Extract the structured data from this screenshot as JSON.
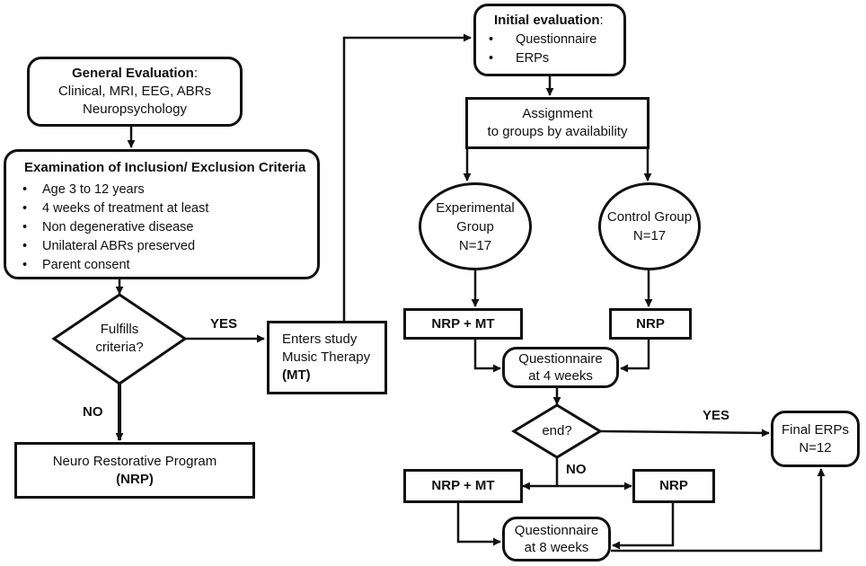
{
  "general_eval": {
    "title": "General Evaluation",
    "suffix": ":",
    "line1": "Clinical, MRI, EEG, ABRs",
    "line2": "Neuropsychology"
  },
  "exam": {
    "title": "Examination of Inclusion/ Exclusion Criteria",
    "items": [
      "Age 3 to 12 years",
      "4 weeks of treatment at least",
      " Non degenerative disease",
      "Unilateral ABRs preserved",
      "Parent consent"
    ]
  },
  "fulfills": {
    "line1": "Fulfills",
    "line2": "criteria?"
  },
  "labels": {
    "yes1": "YES",
    "no1": "NO",
    "yes2": "YES",
    "no2": "NO"
  },
  "nrp_main": {
    "line1": "Neuro Restorative Program",
    "line2": "(NRP)"
  },
  "enters": {
    "line1": "Enters study",
    "line2": "Music Therapy",
    "line3": "(MT)"
  },
  "initial": {
    "title": "Initial evaluation",
    "suffix": ":",
    "items": [
      "Questionnaire",
      "ERPs"
    ]
  },
  "assignment": {
    "line1": "Assignment",
    "line2": "to groups by availability"
  },
  "experimental": {
    "line1": "Experimental",
    "line2": "Group",
    "line3": "N=17"
  },
  "control": {
    "line1": "Control Group",
    "line2": "N=17"
  },
  "nrp_mt_1": "NRP +  MT",
  "nrp_1": "NRP",
  "q4": {
    "line1": "Questionnaire",
    "line2": "at 4 weeks"
  },
  "end_q": "end?",
  "final": {
    "line1": "Final ERPs",
    "line2": "N=12"
  },
  "nrp_mt_2": "NRP +  MT",
  "nrp_2": "NRP",
  "q8": {
    "line1": "Questionnaire",
    "line2": "at 8 weeks"
  },
  "colors": {
    "stroke": "#111111",
    "background": "#ffffff"
  }
}
